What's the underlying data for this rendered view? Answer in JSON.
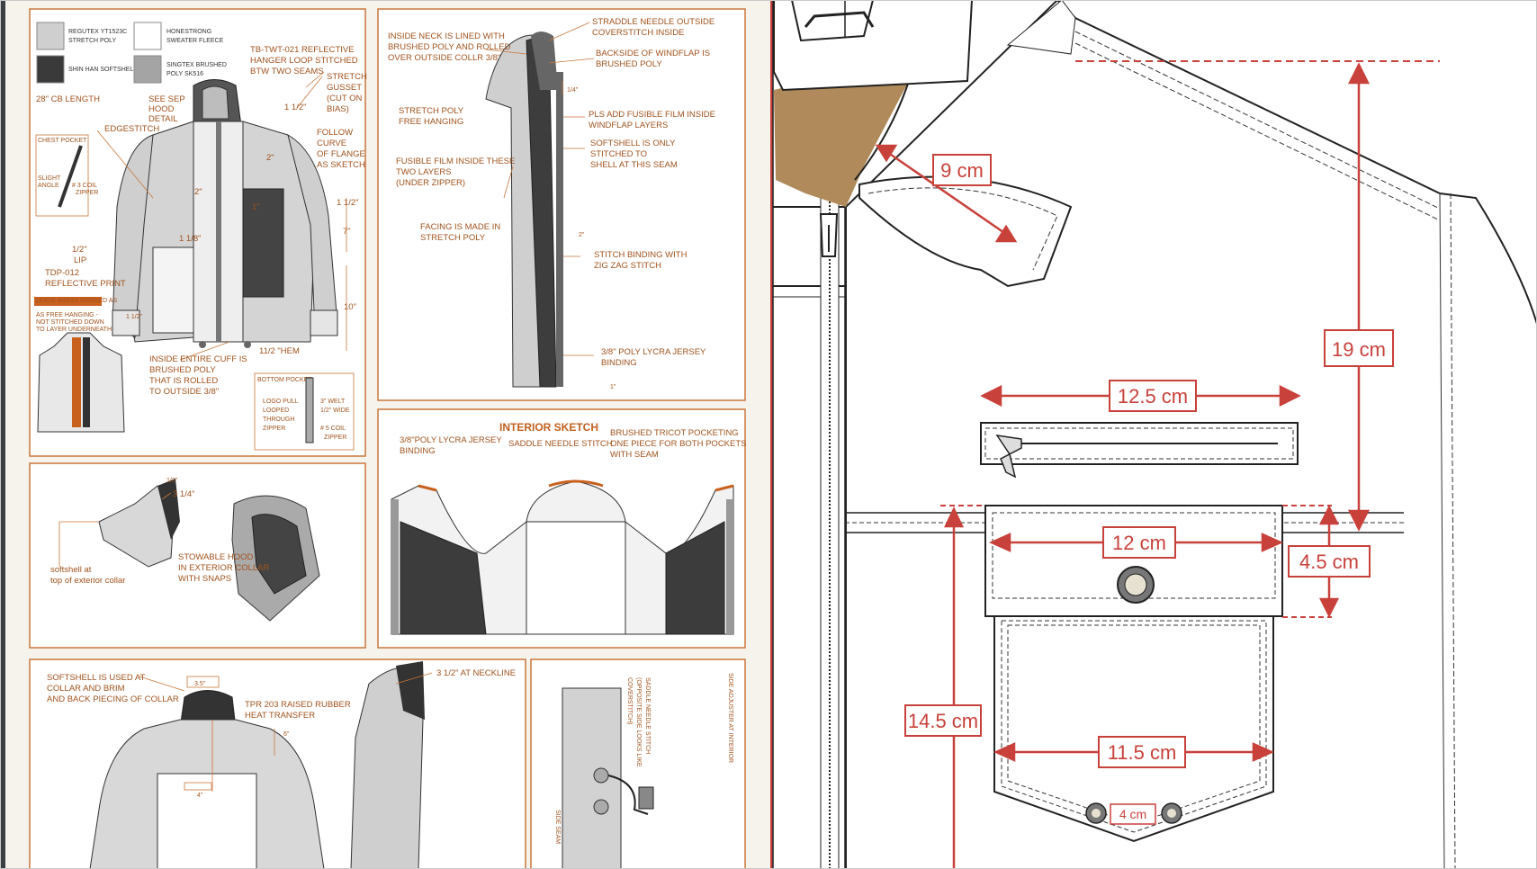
{
  "left_sheet": {
    "swatches": [
      {
        "label_1": "REGUTEX YT1523C",
        "label_2": "STRETCH POLY",
        "color": "#cfcfcf"
      },
      {
        "label_1": "HONESTRONG",
        "label_2": "SWEATER FLEECE",
        "color": "#ffffff"
      },
      {
        "label_1": "SHIN HAN SOFTSHELL",
        "label_2": "",
        "color": "#3a3a3a"
      },
      {
        "label_1": "SINGTEX BRUSHED",
        "label_2": "POLY SK516",
        "color": "#a4a4a4"
      }
    ],
    "panel1": {
      "cb_length": "28\" CB LENGTH",
      "see_hood_detail": [
        "SEE SEP",
        "HOOD",
        "DETAIL"
      ],
      "reflective_loop": [
        "TB-TWT-021 REFLECTIVE",
        "HANGER LOOP STITCHED",
        "BTW TWO SEAMS"
      ],
      "stretch_gusset": [
        "STRETCH",
        "GUSSET",
        "(CUT ON",
        "BIAS)"
      ],
      "follow_curve": [
        "FOLLOW",
        "CURVE",
        "OF FLANGE",
        "AS SKETCH"
      ],
      "edgestitch": "EDGESTITCH",
      "chest_pocket": "CHEST POCKET",
      "slight_angle": [
        "SLIGHT",
        "ANGLE"
      ],
      "coil_zipper": [
        "# 3 COIL",
        "ZIPPER"
      ],
      "dim_1_5": "1 1/2\"",
      "dim_2": "2\"",
      "dim_1": "1\"",
      "dim_1_half": "1 1/2\"",
      "dim_7": "7\"",
      "dim_1_1_8": "1 1/8\"",
      "dim_1_2": "1/2\"",
      "dim_2_small": "2\"",
      "lip": "LIP",
      "reflective_print": [
        "TDP-012",
        "REFLECTIVE PRINT"
      ],
      "dim_10": "10\"",
      "dim_cuff": "1 1/2\"",
      "leave_areas": [
        "LEAVE AREAS MARKED AS",
        "AS FREE HANGING -",
        "NOT STITCHED DOWN",
        "TO LAYER UNDERNEATH"
      ],
      "inside_cuff": [
        "INSIDE ENTIRE CUFF IS",
        "BRUSHED POLY",
        "THAT IS ROLLED",
        "TO OUTSIDE 3/8\""
      ],
      "hem": "11/2 \"HEM",
      "bottom_pocket": "BOTTOM POCKET",
      "logo_pull": [
        "LOGO PULL",
        "LOOPED",
        "THROUGH",
        "ZIPPER"
      ],
      "welt": [
        "3\" WELT",
        "1/2\" WIDE"
      ],
      "coil_zipper_2": [
        "# 5 COIL",
        "ZIPPER"
      ]
    },
    "panel2": {
      "inside_neck": [
        "INSIDE NECK IS LINED WITH",
        "BRUSHED POLY AND ROLLED",
        "OVER OUTSIDE COLLR 3/8\""
      ],
      "straddle": [
        "STRADDLE NEEDLE OUTSIDE",
        "COVERSTITCH INSIDE"
      ],
      "backside_windflap": [
        "BACKSIDE OF WINDFLAP IS",
        "BRUSHED POLY"
      ],
      "dim_quarter": "1/4\"",
      "stretch_poly": [
        "STRETCH POLY",
        "FREE HANGING"
      ],
      "pls_add": [
        "PLS ADD FUSIBLE FILM INSIDE",
        "WINDFLAP LAYERS"
      ],
      "softshell_only": [
        "SOFTSHELL IS ONLY",
        "STITCHED TO",
        "SHELL AT THIS SEAM"
      ],
      "fusible_film": [
        "FUSIBLE FILM INSIDE THESE",
        "TWO LAYERS",
        "(UNDER ZIPPER)"
      ],
      "facing": [
        "FACING IS MADE IN",
        "STRETCH POLY"
      ],
      "dim_2": "2\"",
      "stitch_binding": [
        "STITCH BINDING WITH",
        "ZIG ZAG STITCH"
      ],
      "poly_lycra": [
        "3/8\" POLY LYCRA JERSEY",
        "BINDING"
      ],
      "dim_1": "1\""
    },
    "panel3": {
      "dim": "3 1/4\"",
      "dim_small": "1/2\"",
      "softshell_top": [
        "softshell at",
        "top of exterior collar"
      ],
      "stowable": [
        "STOWABLE HOOD",
        "IN EXTERIOR COLLAR",
        "WITH SNAPS"
      ]
    },
    "panel4": {
      "title": "INTERIOR SKETCH",
      "poly_lycra": [
        "3/8\"POLY LYCRA JERSEY",
        "BINDING"
      ],
      "saddle": "SADDLE NEEDLE STITCH",
      "brushed_tricot": [
        "BRUSHED TRICOT POCKETING",
        "ONE PIECE FOR BOTH POCKETS",
        "WITH SEAM"
      ]
    },
    "panel5": {
      "softshell_used": [
        "SOFTSHELL IS USED AT",
        "COLLAR AND BRIM",
        "AND BACK PIECING OF COLLAR"
      ],
      "tpr": [
        "TPR 203 RAISED RUBBER",
        "HEAT TRANSFER"
      ],
      "neckline": "3 1/2\" AT NECKLINE",
      "dim_top": "3.5\"",
      "dim_side": "6\"",
      "dim_bottom": "4\""
    },
    "panel6": {
      "side_seam": "SIDE SEAM",
      "saddle_stitch": [
        "SADDLE NEEDLE STITCH",
        "(OPPOSITE SIDE LOOKS LIKE",
        "COVERSTITCH)"
      ],
      "side_adjuster": "SIDE ADJUSTER AT INTERIOR"
    }
  },
  "right_sheet": {
    "dimensions": {
      "collar": "9 cm",
      "yoke": "19 cm",
      "zip_pocket": "12.5 cm",
      "flap_width": "12 cm",
      "flap_height": "4.5 cm",
      "pocket_height": "14.5 cm",
      "pocket_width": "11.5 cm",
      "eyelet_spacing": "4 cm"
    },
    "colors": {
      "dim_red": "#c8413a",
      "leather": "#b08a5a"
    }
  }
}
